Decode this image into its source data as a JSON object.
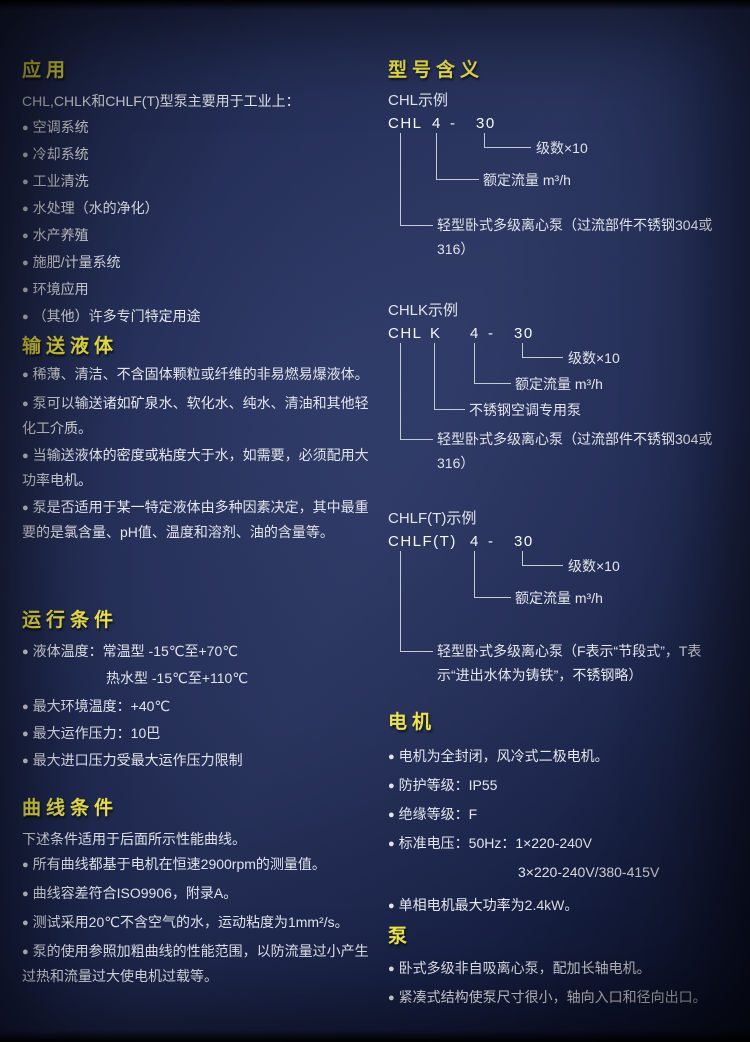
{
  "colors": {
    "background_center": "#232d55",
    "background_edge": "#070b22",
    "heading": "#f1e83c",
    "text": "#e7e8eb",
    "line": "#c9cdd6"
  },
  "left": {
    "application": {
      "title": "应用",
      "intro": "CHL,CHLK和CHLF(T)型泵主要用于工业上：",
      "items": [
        "空调系统",
        "冷却系统",
        "工业清洗",
        "水处理（水的净化）",
        "水产养殖",
        "施肥/计量系统",
        "环境应用",
        "（其他）许多专门特定用途"
      ]
    },
    "liquids": {
      "title": "输送液体",
      "items": [
        "稀薄、清洁、不含固体颗粒或纤维的非易燃易爆液体。",
        "泵可以输送诸如矿泉水、软化水、纯水、清油和其他轻化工介质。",
        "当输送液体的密度或粘度大于水，如需要，必须配用大功率电机。",
        "泵是否适用于某一特定液体由多种因素决定，其中最重要的是氯含量、pH值、温度和溶剂、油的含量等。"
      ]
    },
    "operating": {
      "title": "运行条件",
      "temp_line1": "液体温度：常温型 -15℃至+70℃",
      "temp_line2": "热水型 -15℃至+110℃",
      "items": [
        "最大环境温度：+40℃",
        "最大运作压力：10巴",
        "最大进口压力受最大运作压力限制"
      ]
    },
    "curve": {
      "title": "曲线条件",
      "intro": "下述条件适用于后面所示性能曲线。",
      "items": [
        "所有曲线都基于电机在恒速2900rpm的测量值。",
        "曲线容差符合ISO9906，附录A。",
        "测试采用20℃不含空气的水，运动粘度为1mm²/s。",
        "泵的使用参照加粗曲线的性能范围，以防流量过小产生过热和流量过大使电机过载等。"
      ]
    }
  },
  "right": {
    "model": {
      "title": "型号含义",
      "chl": {
        "label": "CHL示例",
        "code": [
          "CHL",
          "4",
          "-",
          "30"
        ],
        "a1": "级数×10",
        "a2": "额定流量 m³/h",
        "a3": "轻型卧式多级离心泵（过流部件不锈钢304或316）"
      },
      "chlk": {
        "label": "CHLK示例",
        "code": [
          "CHL",
          "K",
          "4",
          "-",
          "30"
        ],
        "a1": "级数×10",
        "a2": "额定流量 m³/h",
        "a3": "不锈钢空调专用泵",
        "a4": "轻型卧式多级离心泵（过流部件不锈钢304或316）"
      },
      "chlf": {
        "label": "CHLF(T)示例",
        "code": [
          "CHLF(T)",
          "4",
          "-",
          "30"
        ],
        "a1": "级数×10",
        "a2": "额定流量 m³/h",
        "a3": "轻型卧式多级离心泵（F表示“节段式”，T表示“进出水体为铸铁”，不锈钢略）"
      }
    },
    "motor": {
      "title": "电机",
      "items": [
        "电机为全封闭，风冷式二极电机。",
        "防护等级：IP55",
        "绝缘等级：F"
      ],
      "voltage_line1": "标准电压：50Hz：1×220-240V",
      "voltage_line2": "3×220-240V/380-415V",
      "power": "单相电机最大功率为2.4kW。"
    },
    "pump": {
      "title": "泵",
      "items": [
        "卧式多级非自吸离心泵，配加长轴电机。",
        "紧凑式结构使泵尺寸很小，轴向入口和径向出口。"
      ]
    }
  }
}
